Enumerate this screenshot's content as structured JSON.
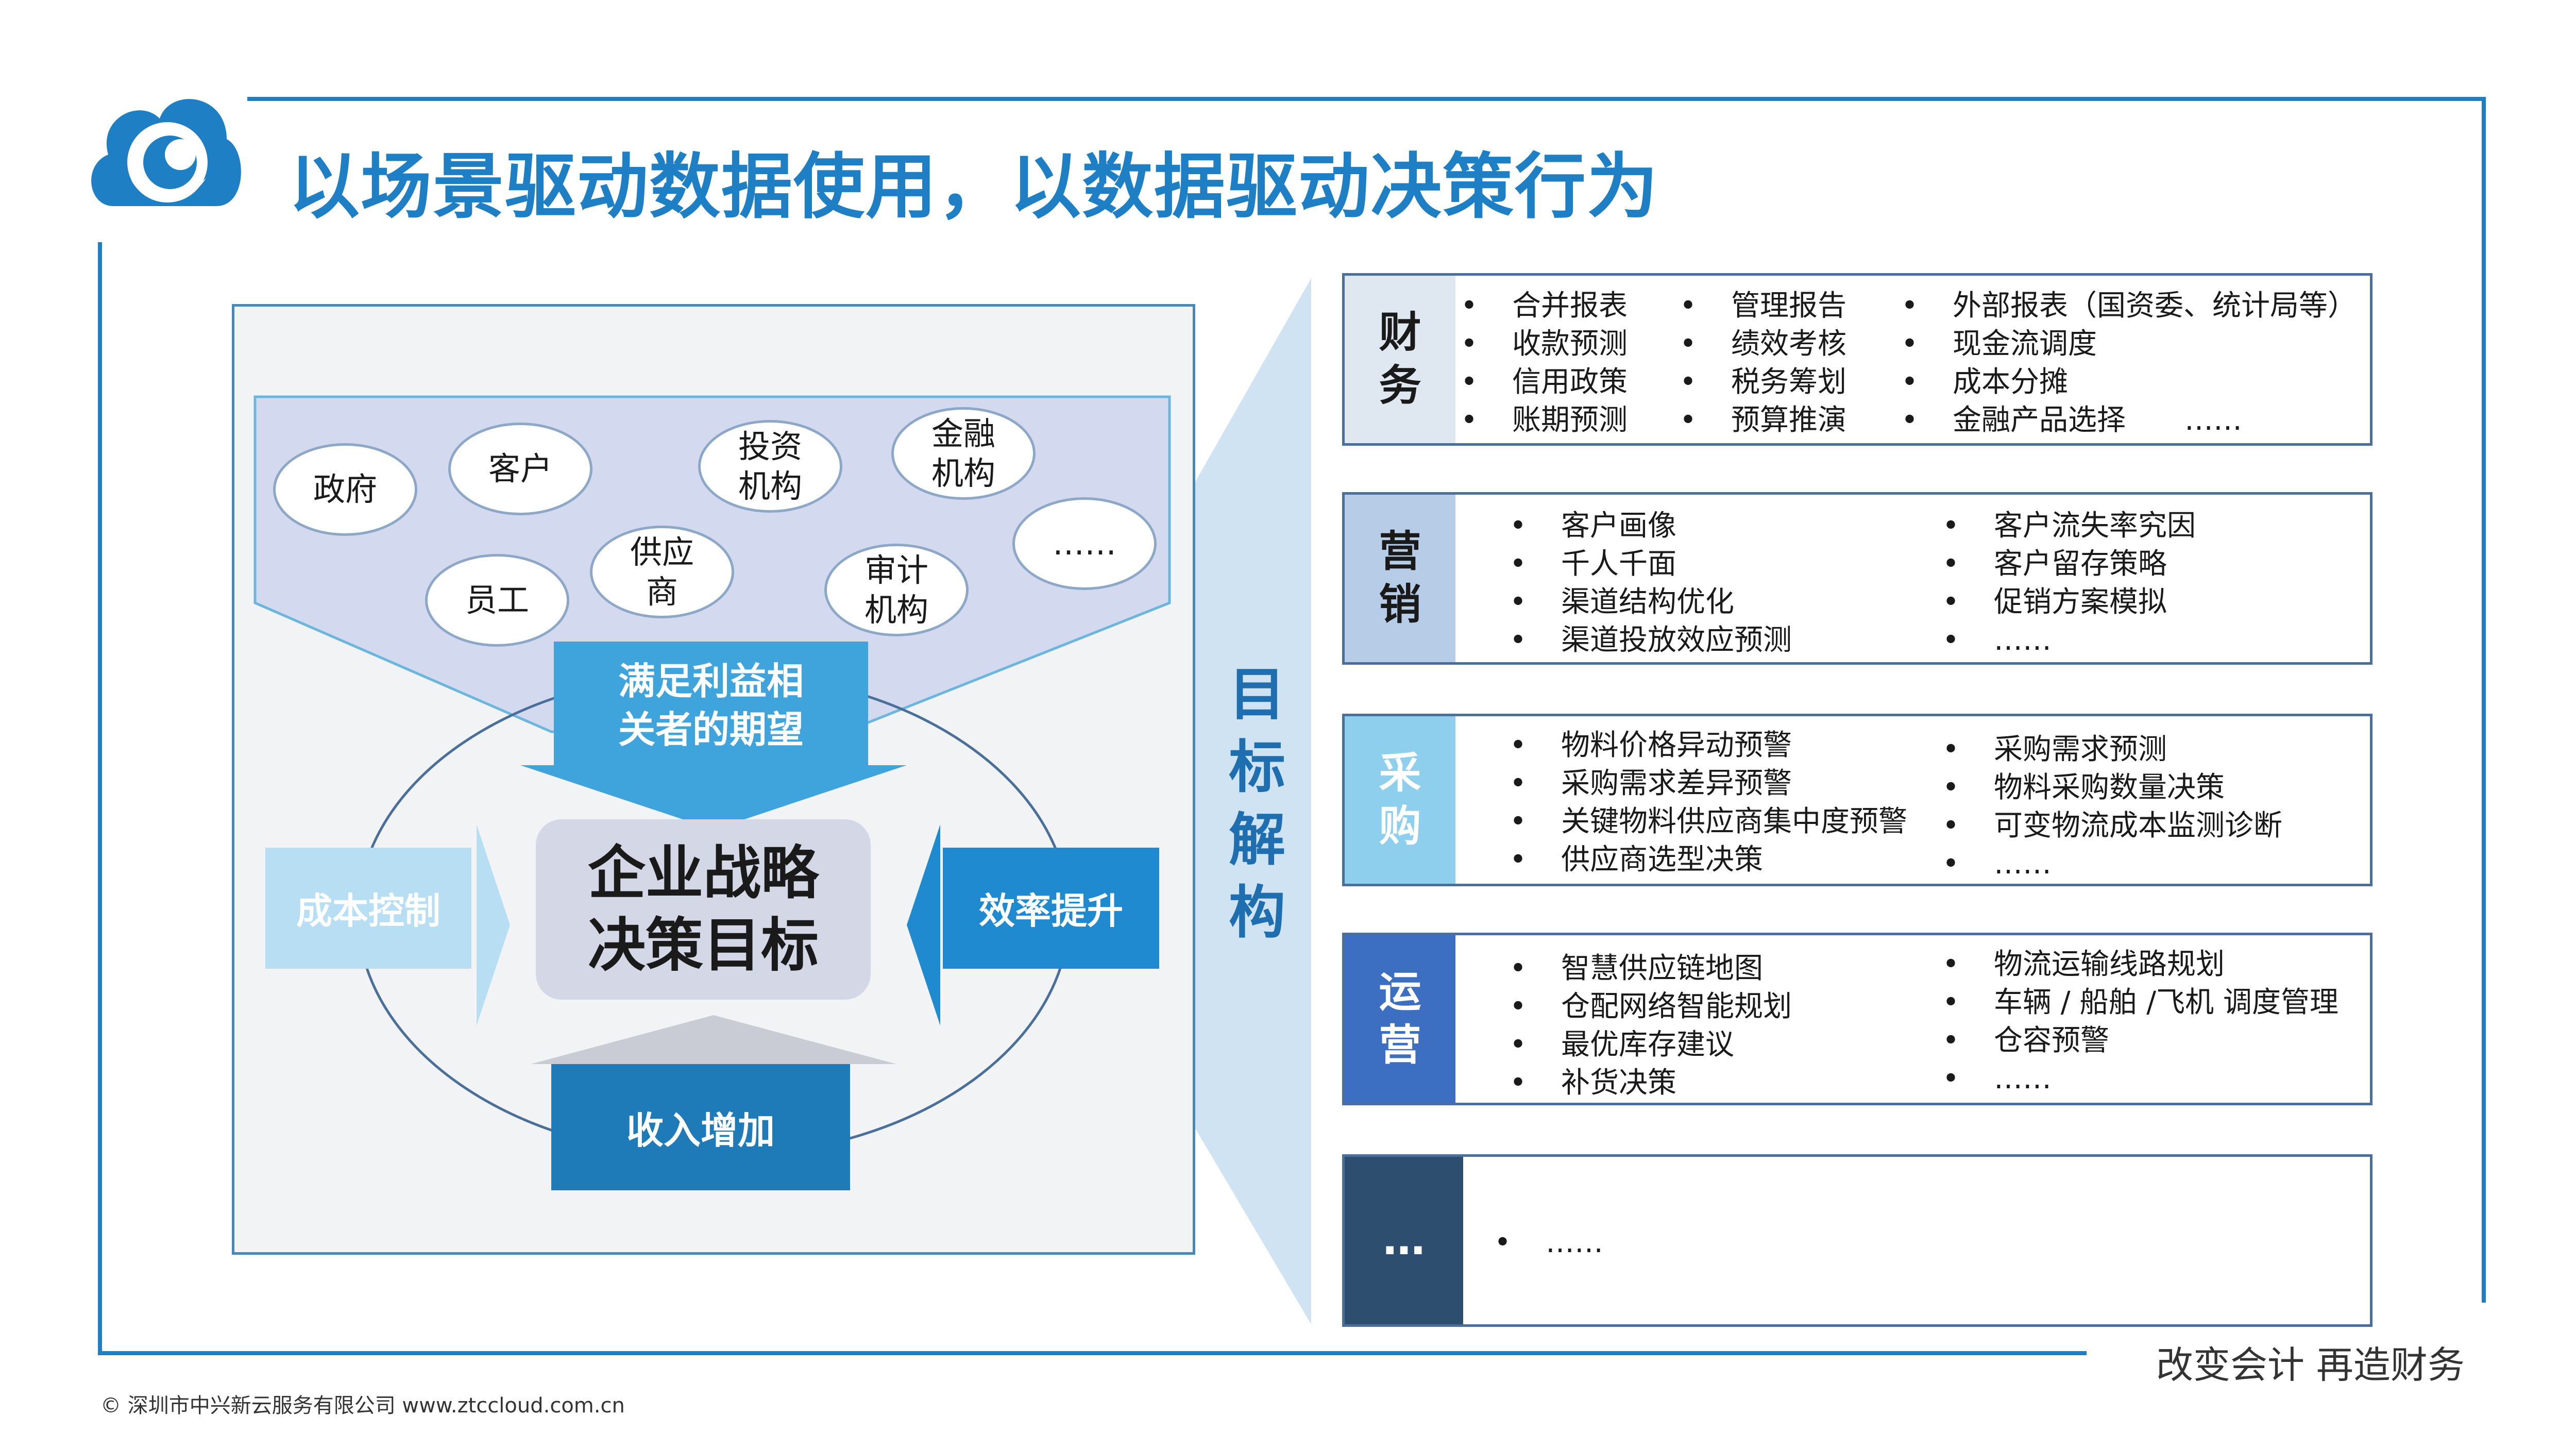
{
  "title": "以场景驱动数据使用，以数据驱动决策行为",
  "stakeholders": [
    "政府",
    "客户",
    "投资\n机构",
    "金融\n机构",
    "员工",
    "供应\n商",
    "审计\n机构",
    "……"
  ],
  "center": {
    "top_box": "满足利益相\n关者的期望",
    "core": "企业战略\n决策目标",
    "left_box": "成本控制",
    "right_box": "效率提升",
    "bottom_box": "收入增加"
  },
  "vertical_label": "目标\n解构",
  "domains": [
    {
      "label": "财\n务",
      "columns": [
        [
          "合并报表",
          "收款预测",
          "信用政策",
          "账期预测"
        ],
        [
          "管理报告",
          "绩效考核",
          "税务筹划",
          "预算推演"
        ],
        [
          "外部报表（国资委、统计局等）",
          "现金流调度",
          "成本分摊",
          "金融产品选择"
        ]
      ],
      "extra": "……"
    },
    {
      "label": "营\n销",
      "columns": [
        [
          "客户画像",
          "千人千面",
          "渠道结构优化",
          "渠道投放效应预测"
        ],
        [
          "客户流失率究因",
          "客户留存策略",
          "促销方案模拟",
          "……"
        ]
      ]
    },
    {
      "label": "采\n购",
      "columns": [
        [
          "物料价格异动预警",
          "采购需求差异预警",
          "关键物料供应商集中度预警",
          "供应商选型决策"
        ],
        [
          "采购需求预测",
          "物料采购数量决策",
          "可变物流成本监测诊断",
          "……"
        ]
      ]
    },
    {
      "label": "运\n营",
      "columns": [
        [
          "智慧供应链地图",
          "仓配网络智能规划",
          "最优库存建议",
          "补货决策"
        ],
        [
          "物流运输线路规划",
          "车辆 / 船舶 /飞机 调度管理",
          "仓容预警",
          "……"
        ]
      ]
    },
    {
      "label": "…",
      "columns": [
        [
          "……"
        ]
      ]
    }
  ],
  "colors": {
    "brand_blue": "#1f7fc4",
    "finance": "#dfe7f1",
    "marketing": "#b7cce6",
    "purchase": "#8ecfee",
    "operation": "#3c6fc2",
    "other": "#2d4e6e"
  },
  "footer": {
    "slogan": "改变会计  再造财务",
    "copyright": "© 深圳市中兴新云服务有限公司   www.ztccloud.com.cn"
  }
}
